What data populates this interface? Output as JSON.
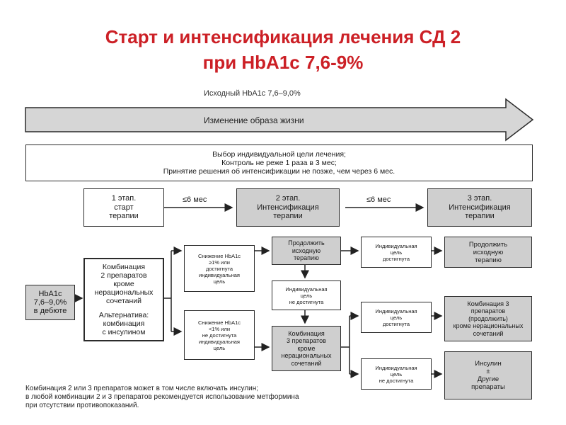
{
  "title": {
    "line1": "Старт и интенсификация лечения СД 2",
    "line2": "при HbA1c 7,6-9%"
  },
  "header": "Исходный HbA1c 7,6–9,0%",
  "lifestyle_arrow": "Изменение образа жизни",
  "goal_box": {
    "line1": "Выбор индивидуальной цели лечения;",
    "line2": "Контроль не реже 1 раза в 3 мес;",
    "line3": "Принятие решения об интенсификации не позже, чем через 6 мес."
  },
  "stages": {
    "stage1": {
      "line1": "1 этап.",
      "line2": "старт",
      "line3": "терапии"
    },
    "arrow1": "≤6 мес",
    "stage2": {
      "line1": "2 этап.",
      "line2": "Интенсификация",
      "line3": "терапии"
    },
    "arrow2": "≤6 мес",
    "stage3": {
      "line1": "3 этап.",
      "line2": "Интенсификация",
      "line3": "терапии"
    }
  },
  "hba1c_box": {
    "line1": "HbA1c",
    "line2": "7,6–9,0%",
    "line3": "в дебюте"
  },
  "combo_box": {
    "line1": "Комбинация",
    "line2": "2 препаратов",
    "line3": "кроме",
    "line4": "нерациональных",
    "line5": "сочетаний",
    "line6": "Альтернатива:",
    "line7": "комбинация",
    "line8": "с инсулином"
  },
  "reduction_ok": {
    "line1": "Снижение HbA1c",
    "line2": "≥1% или",
    "line3": "достигнута",
    "line4": "индивидуальная",
    "line5": "цель"
  },
  "reduction_fail": {
    "line1": "Снижение HbA1c",
    "line2": "<1% или",
    "line3": "не достигнута",
    "line4": "индивидуальная",
    "line5": "цель"
  },
  "continue_box": {
    "line1": "Продолжить",
    "line2": "исходную",
    "line3": "терапию"
  },
  "target_not_reached_mid": {
    "line1": "Индивидуальная",
    "line2": "цель",
    "line3": "не достигнута"
  },
  "combo3_box": {
    "line1": "Комбинация",
    "line2": "3 препаратов",
    "line3": "кроме",
    "line4": "нерациональных",
    "line5": "сочетаний"
  },
  "target_reached_1": {
    "line1": "Индивидуальная",
    "line2": "цель",
    "line3": "достигнута"
  },
  "target_reached_2": {
    "line1": "Индивидуальная",
    "line2": "цель",
    "line3": "достигнута"
  },
  "target_not_reached_3": {
    "line1": "Индивидуальная",
    "line2": "цель",
    "line3": "не достигнута"
  },
  "continue_box_2": {
    "line1": "Продолжить",
    "line2": "исходную",
    "line3": "терапию"
  },
  "combo3_continue": {
    "line1": "Комбинация 3",
    "line2": "препаратов",
    "line3": "(продолжить)",
    "line4": "кроме нерациональных",
    "line5": "сочетаний"
  },
  "insulin_box": {
    "line1": "Инсулин",
    "line2": "±",
    "line3": "Другие",
    "line4": "препараты"
  },
  "footnote": {
    "line1": "Комбинация 2 или 3 препаратов может в том числе включать инсулин;",
    "line2": "в любой комбинации 2 и 3 препаратов рекомендуется использование метформина",
    "line3": "при отсутствии противопоказаний."
  }
}
